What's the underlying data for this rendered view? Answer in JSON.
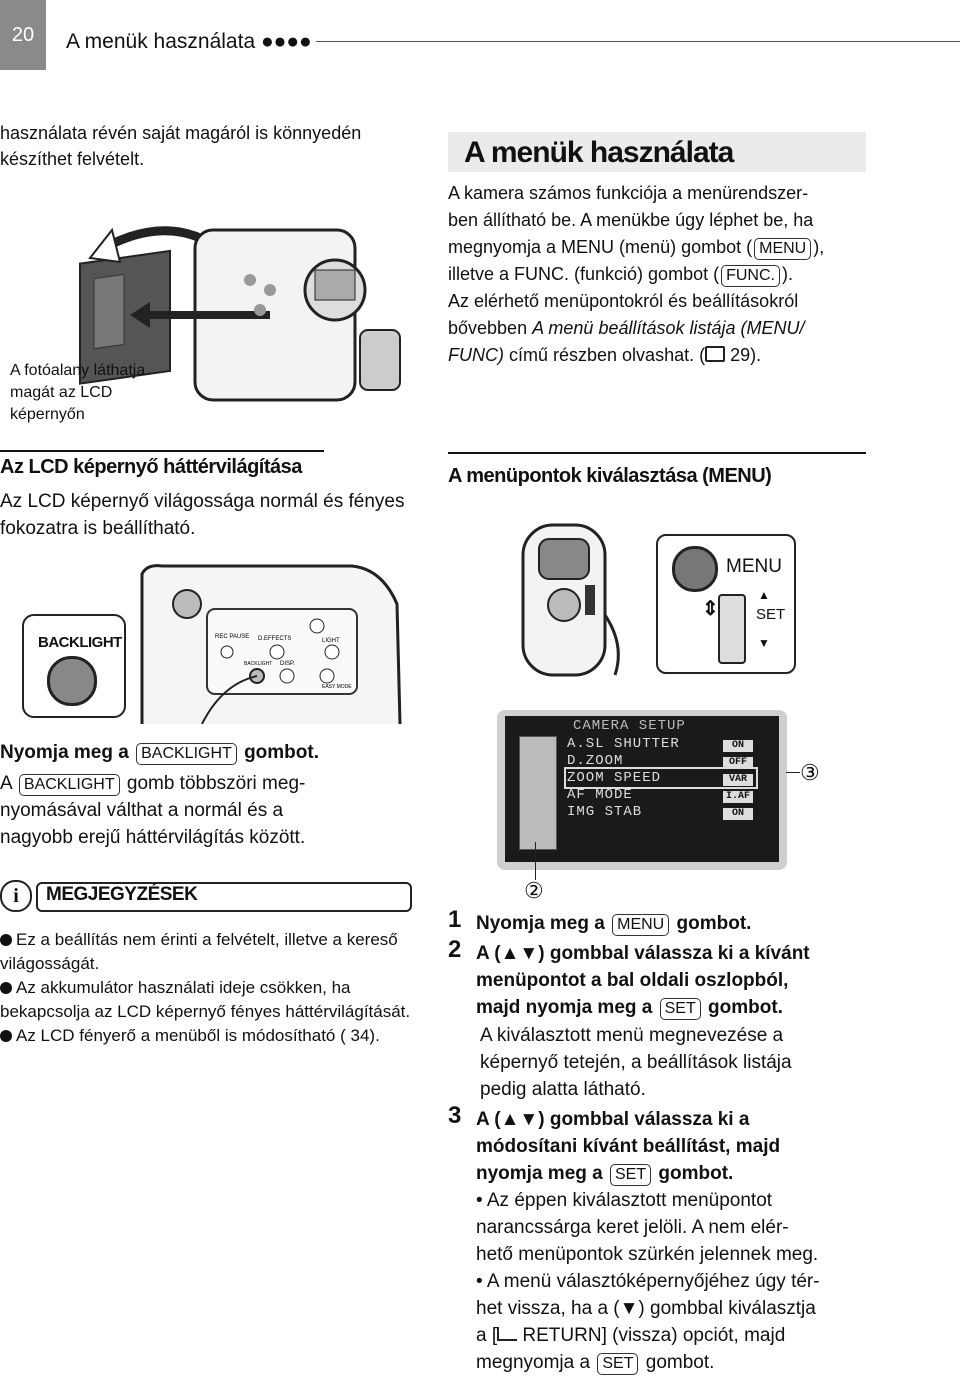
{
  "header": {
    "page_number": "20",
    "title": "A menük használata ●●●●"
  },
  "left": {
    "intro": "használata révén saját magáról is könnyedén készíthet felvételt.",
    "caption": "A fotóalany láthatja magát az LCD képernyőn",
    "backlight_section_title": "Az LCD képernyő háttérvilágítása",
    "backlight_section_body": "Az LCD képernyő világossága normál és fényes fokozatra is beállítható.",
    "backlight_label": "BACKLIGHT",
    "camera_labels": [
      "REC PAUSE",
      "D.EFFECTS",
      "LIGHT",
      "BACKLIGHT",
      "DISP.",
      "EASY MODE"
    ],
    "press_prefix": "Nyomja meg a",
    "press_key": "BACKLIGHT",
    "press_suffix": "gombot.",
    "repeat_prefix": "A",
    "repeat_key": "BACKLIGHT",
    "repeat_text_1": "gomb többszöri meg-",
    "repeat_text_2": "nyomásával válthat a normál és a",
    "repeat_text_3": "nagyobb erejű háttérvilágítás között.",
    "notes_title": "MEGJEGYZÉSEK",
    "notes_icon": "info-icon",
    "notes": [
      "Ez a beállítás nem érinti a felvételt, illetve a kereső világosságát.",
      "Az akkumulátor használati ideje csökken, ha bekapcsolja az LCD képernyő fényes háttérvilágítását.",
      "Az LCD fényerő a menüből is módosítható (  34)."
    ]
  },
  "right": {
    "title": "A menük használata",
    "body_l1": "A kamera számos funkciója a menürendszer-",
    "body_l2": "ben állítható be. A menükbe úgy léphet be, ha",
    "body_l3a": "megnyomja a MENU (menü) gombot (",
    "body_l3key": "MENU",
    "body_l3b": "),",
    "body_l4a": "illetve a FUNC. (funkció) gombot (",
    "body_l4key": "FUNC.",
    "body_l4b": ").",
    "body_l5": "Az elérhető menüpontokról és beállításokról",
    "body_l6a": "bővebben ",
    "body_l6i": "A menü beállítások listája (MENU/",
    "body_l7i": "FUNC)",
    "body_l7b": " című részben olvashat. (",
    "body_l7c": " 29).",
    "subsection_title": "A menüpontok kiválasztása (MENU)",
    "menu_label": "MENU",
    "set_label": "SET",
    "lcd_title": "CAMERA SETUP",
    "lcd_items": [
      "A.SL SHUTTER",
      "D.ZOOM",
      "ZOOM SPEED",
      "AF MODE",
      "IMG STAB"
    ],
    "lcd_values": [
      "ON",
      "OFF",
      "VAR",
      "I.AF",
      "ON"
    ],
    "callout_3": "③",
    "callout_2": "②",
    "steps": [
      {
        "num": "1",
        "a": "Nyomja meg a",
        "key": "MENU",
        "b": "gombot."
      },
      {
        "num": "2",
        "l1": "A (▲▼) gombbal válassza ki a kívánt",
        "l2": "menüpontot a bal oldali oszlopból,",
        "l3a": "majd nyomja meg a",
        "l3key": "SET",
        "l3b": "gombot.",
        "d1": "A kiválasztott menü megnevezése a",
        "d2": "képernyő tetején, a beállítások listája",
        "d3": "pedig alatta látható."
      },
      {
        "num": "3",
        "l1": "A (▲▼) gombbal válassza ki a",
        "l2": "módosítani kívánt beállítást, majd",
        "l3a": "nyomja meg a",
        "l3key": "SET",
        "l3b": "gombot.",
        "b1": "• Az éppen kiválasztott menüpontot",
        "b2": "narancssárga keret jelöli. A nem elér-",
        "b3": "hető menüpontok szürkén jelennek meg.",
        "b4": "• A menü választóképernyőjéhez úgy tér-",
        "b5": "het vissza, ha a (▼) gombbal kiválasztja",
        "b6a": "a [",
        "b6b": " RETURN] (vissza) opciót, majd",
        "b7a": "megnyomja a",
        "b7key": "SET",
        "b7b": "gombot."
      }
    ]
  }
}
